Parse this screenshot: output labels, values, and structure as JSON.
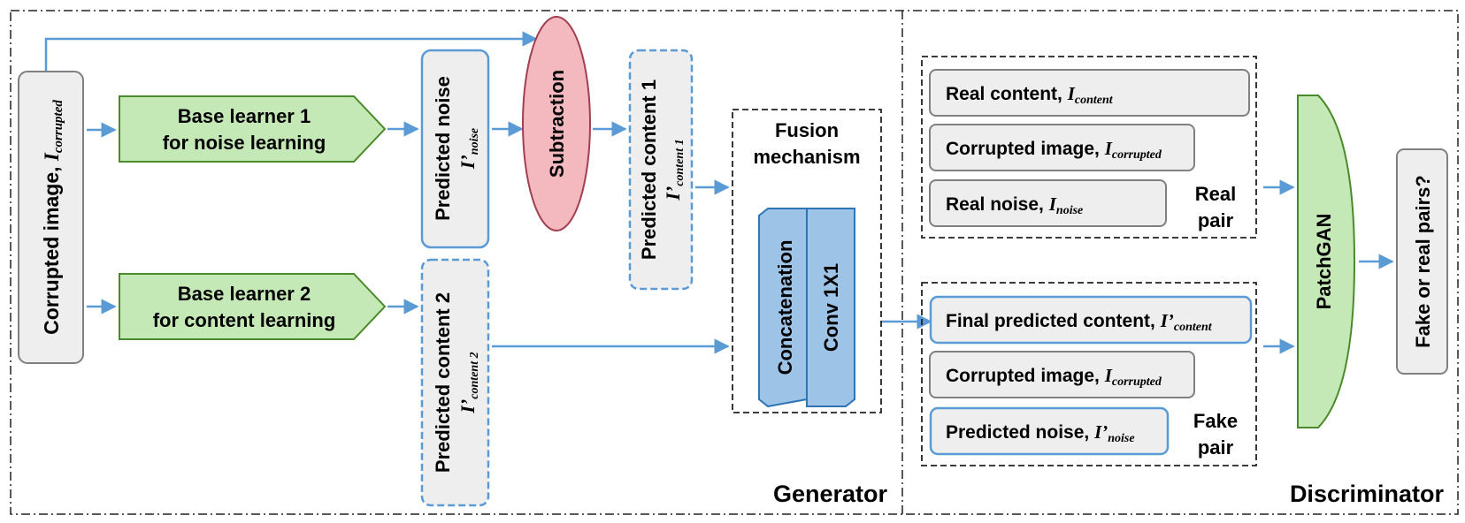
{
  "sections": {
    "generator": "Generator",
    "discriminator": "Discriminator"
  },
  "corrupted_input": {
    "text": "Corrupted image, ",
    "symbol": "I",
    "sub": "corrupted"
  },
  "base_learner_1": {
    "line1": "Base learner 1",
    "line2": "for noise learning"
  },
  "base_learner_2": {
    "line1": "Base learner 2",
    "line2": "for content learning"
  },
  "predicted_noise": {
    "text": "Predicted noise",
    "symbol": "I’",
    "sub": "noise"
  },
  "subtraction": "Subtraction",
  "predicted_content_1": {
    "text": "Predicted content 1",
    "symbol": "I’",
    "sub": "content 1"
  },
  "predicted_content_2": {
    "text": "Predicted content 2",
    "symbol": "I’",
    "sub": "content 2"
  },
  "fusion": {
    "title_line1": "Fusion",
    "title_line2": "mechanism",
    "concat": "Concatenation",
    "conv": "Conv 1X1"
  },
  "real_pair": {
    "label_line1": "Real",
    "label_line2": "pair",
    "items": [
      {
        "text": "Real content, ",
        "symbol": "I",
        "sub": "content"
      },
      {
        "text": "Corrupted image, ",
        "symbol": "I",
        "sub": "corrupted"
      },
      {
        "text": "Real noise, ",
        "symbol": "I",
        "sub": "noise"
      }
    ]
  },
  "fake_pair": {
    "label_line1": "Fake",
    "label_line2": "pair",
    "items": [
      {
        "text": "Final predicted content, ",
        "symbol": "I’",
        "sub": "content"
      },
      {
        "text": "Corrupted image, ",
        "symbol": "I",
        "sub": "corrupted"
      },
      {
        "text": "Predicted noise, ",
        "symbol": "I’",
        "sub": "noise"
      }
    ]
  },
  "patchgan": "PatchGAN",
  "output": "Fake or real pairs?",
  "colors": {
    "arrow": "#5b9bd5",
    "green_fill": "#c5e8b7",
    "green_stroke": "#4a8a2a",
    "gray_fill": "#eeeeee",
    "gray_stroke": "#808080",
    "blue_stroke": "#5b9bd5",
    "pink_fill": "#f4b8bf",
    "pink_stroke": "#a04050",
    "fusion_fill": "#9dc3e6",
    "fusion_stroke": "#2e75b6"
  }
}
